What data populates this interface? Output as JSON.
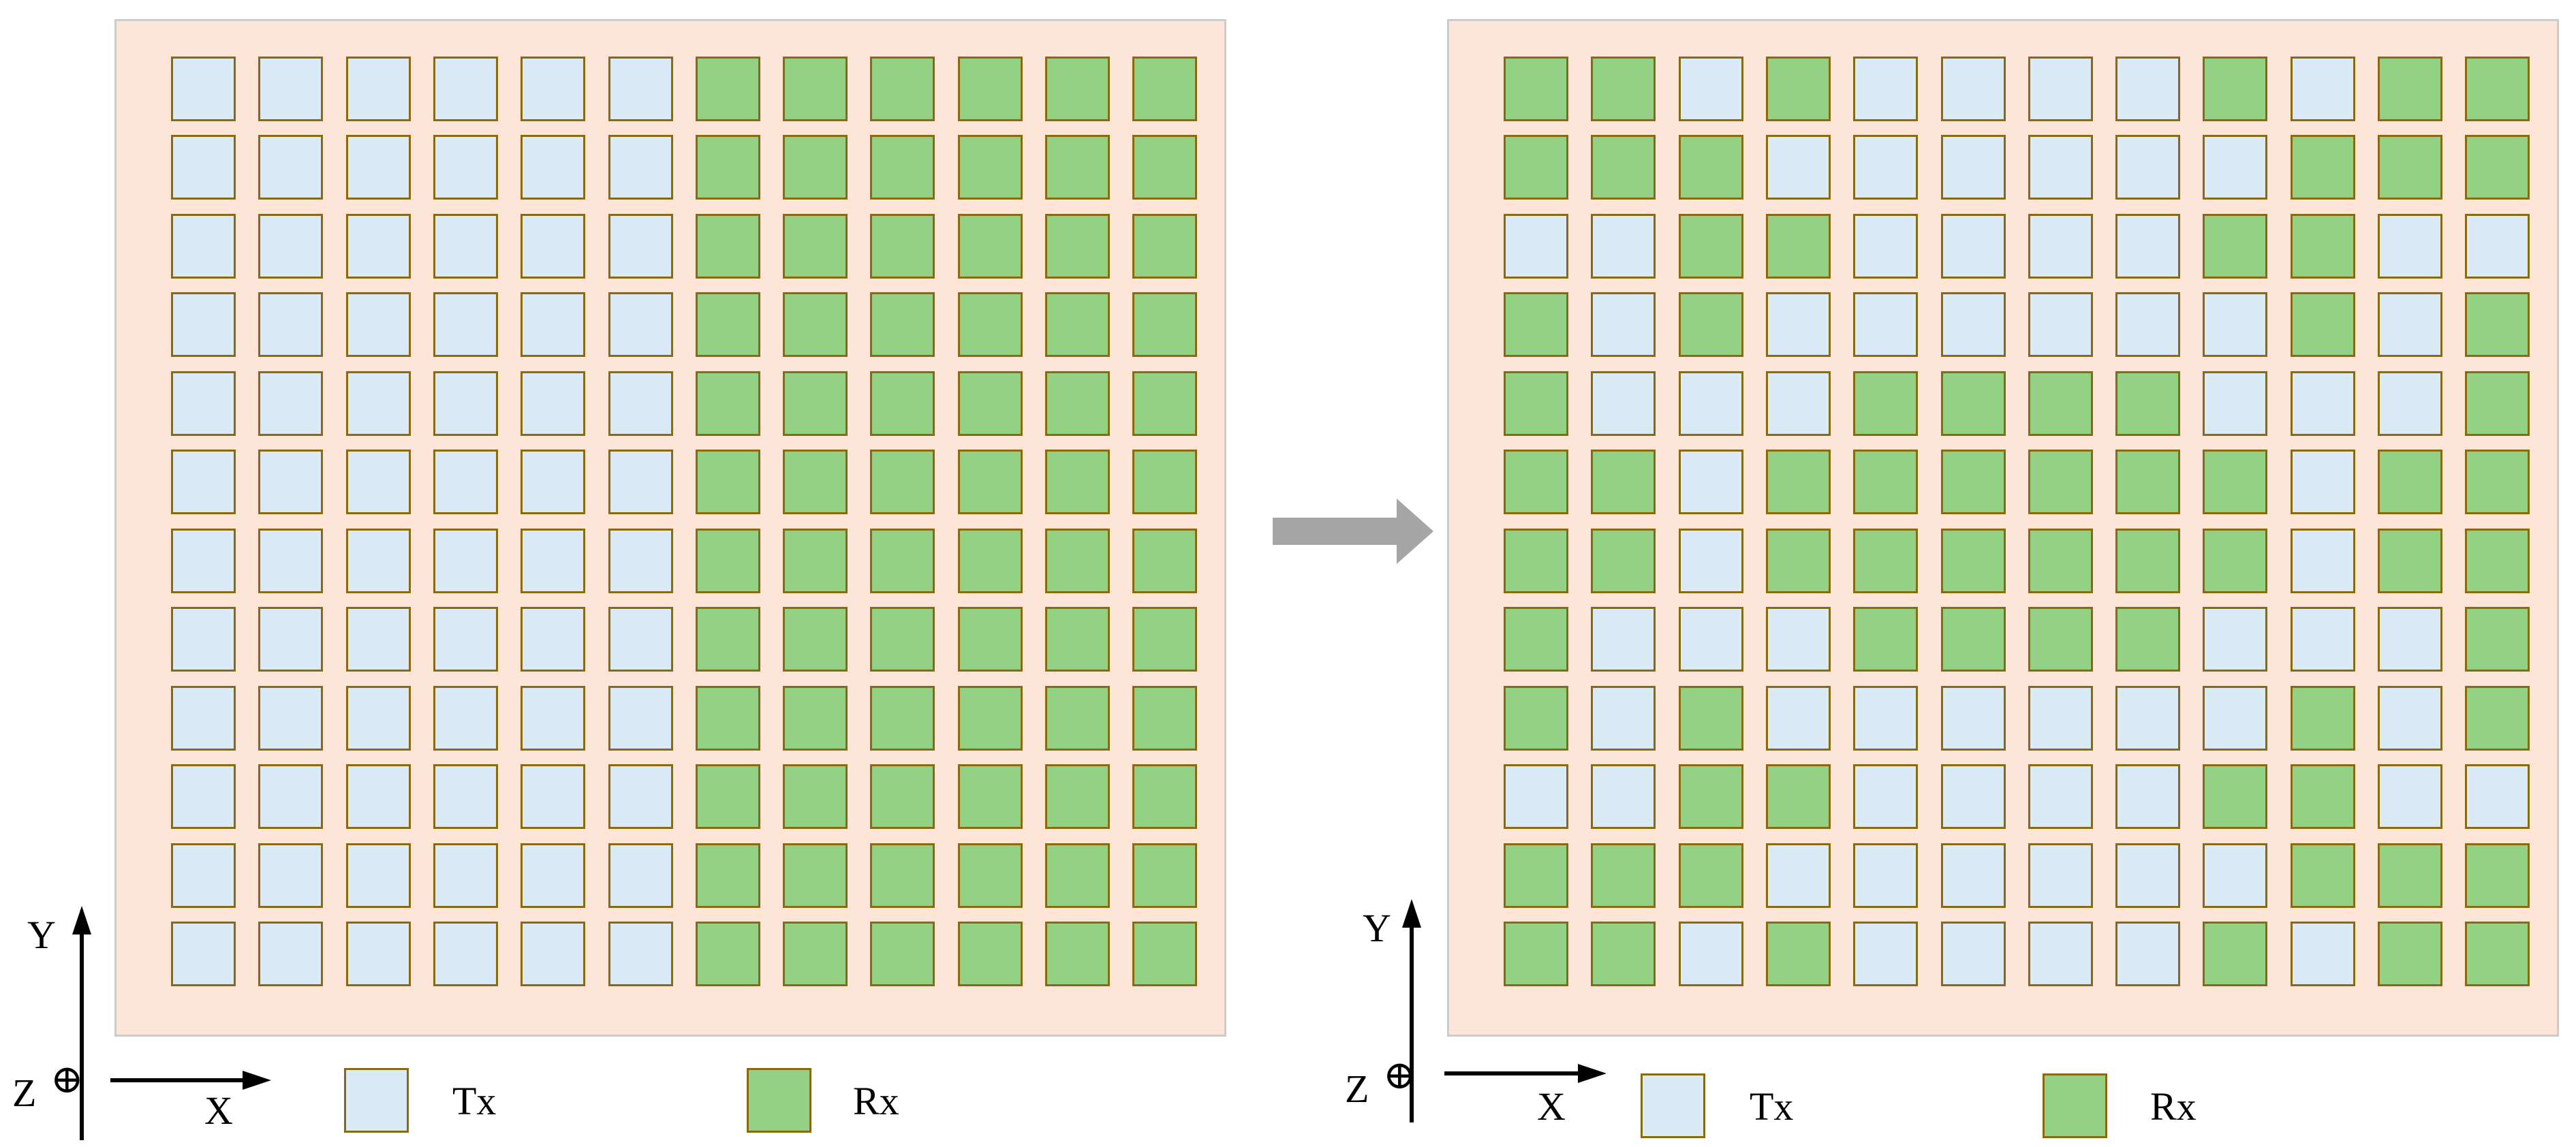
{
  "colors": {
    "tx": "#daeaf7",
    "rx": "#93d285",
    "panel": "#fde5d7",
    "arrow": "#a6a6a6"
  },
  "left_panel": {
    "rows": [
      "TTTTTTRRRRRR",
      "TTTTTTRRRRRR",
      "TTTTTTRRRRRR",
      "TTTTTTRRRRRR",
      "TTTTTTRRRRRR",
      "TTTTTTRRRRRR",
      "TTTTTTRRRRRR",
      "TTTTTTRRRRRR",
      "TTTTTTRRRRRR",
      "TTTTTTRRRRRR",
      "TTTTTTRRRRRR",
      "TTTTTTRRRRRR"
    ],
    "axes": {
      "y_label": "Y",
      "x_label": "X",
      "z_label": "Z",
      "z_symbol": "⊕"
    },
    "legend": {
      "tx_label": "Tx",
      "rx_label": "Rx"
    }
  },
  "right_panel": {
    "rows": [
      "RRTRTTTTRTRR",
      "RRRTTTTTTRRR",
      "TTRRTTTTRRTT",
      "RTRTTTTTTRTR",
      "RTTTRRRRTTTR",
      "RRTRRRRRRTRR",
      "RRTRRRRRRTRR",
      "RTTTRRRRTTTR",
      "RTRTTTTTTRTR",
      "TTRRTTTTRRTT",
      "RRRTTTTTTRRR",
      "RRTRTTTTRTRR"
    ],
    "axes": {
      "y_label": "Y",
      "x_label": "X",
      "z_label": "Z",
      "z_symbol": "⊕"
    },
    "legend": {
      "tx_label": "Tx",
      "rx_label": "Rx"
    }
  }
}
